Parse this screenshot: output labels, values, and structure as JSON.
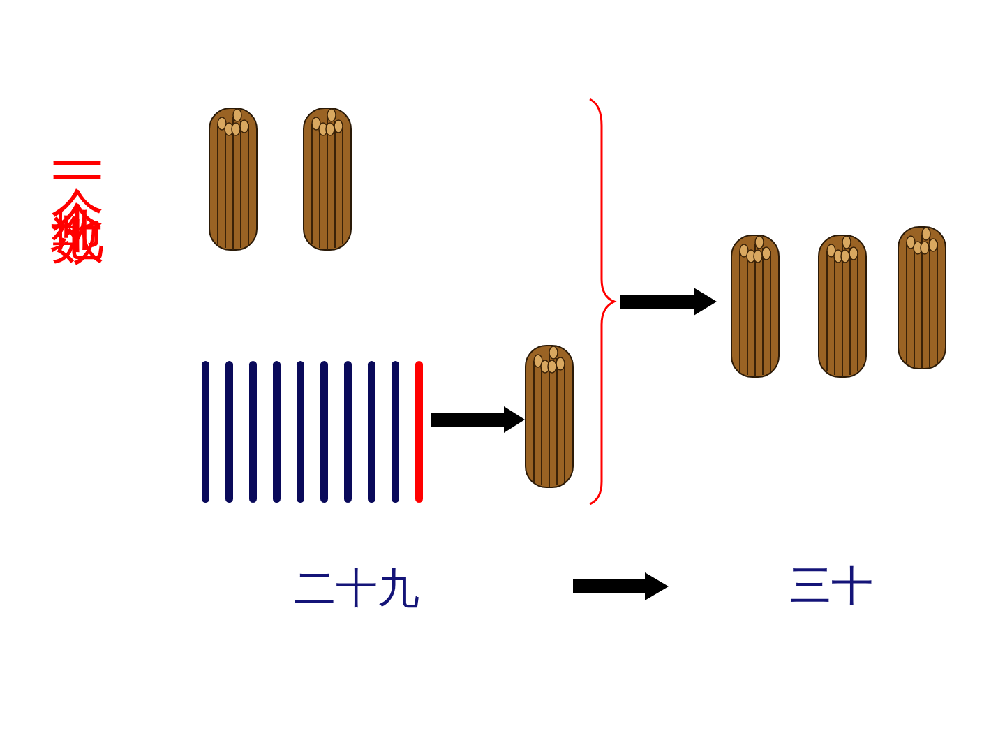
{
  "diagram": {
    "labels": [
      "一个一个地数",
      "二十九",
      "三十"
    ]
  }
}
